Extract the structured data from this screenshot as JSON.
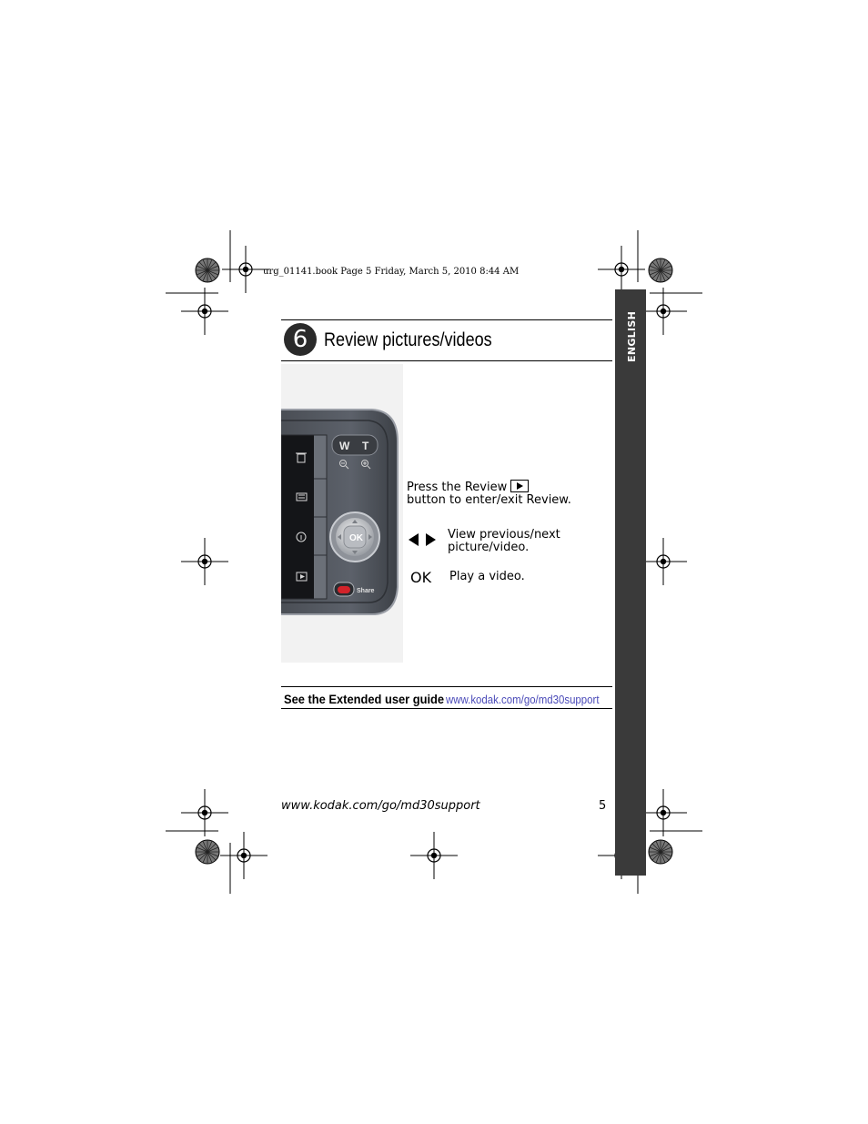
{
  "printer_header": "urg_01141.book  Page 5  Friday, March 5, 2010  8:44 AM",
  "side_tab": {
    "label": "ENGLISH"
  },
  "step": {
    "number": "6",
    "title": "Review pictures/videos"
  },
  "camera_photo": {
    "zoom_buttons": [
      "W",
      "T"
    ],
    "ok_label": "OK",
    "share_label": "Share"
  },
  "instructions": {
    "review": {
      "line1": "Press the Review",
      "line2": "button to enter/exit Review.",
      "icon": "review-play-icon"
    },
    "navigate": {
      "line1": "View previous/next",
      "line2": "picture/video.",
      "icon": "left-right-arrows-icon"
    },
    "play": {
      "key": "OK",
      "text": "Play a video."
    }
  },
  "guide": {
    "label": "See the Extended user guide",
    "url": "www.kodak.com/go/md30support",
    "url_color": "#4a4ab8"
  },
  "footer": {
    "url": "www.kodak.com/go/md30support",
    "page_number": "5"
  }
}
